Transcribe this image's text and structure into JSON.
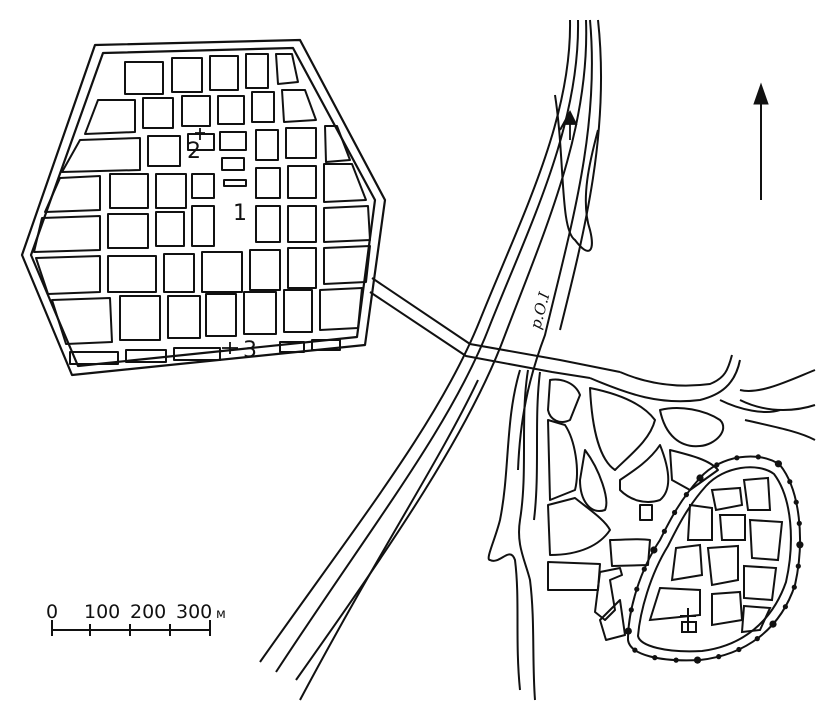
{
  "labels": {
    "site_1": "1",
    "site_2": "2",
    "site_3": "3",
    "river": "р.О.І"
  },
  "scale_bar": {
    "ticks": [
      "0",
      "100",
      "200",
      "300"
    ],
    "unit": "м"
  },
  "icons": {
    "north": "north-arrow",
    "church": "cross-symbol"
  },
  "colors": {
    "ink": "#111111",
    "paper": "#ffffff"
  }
}
